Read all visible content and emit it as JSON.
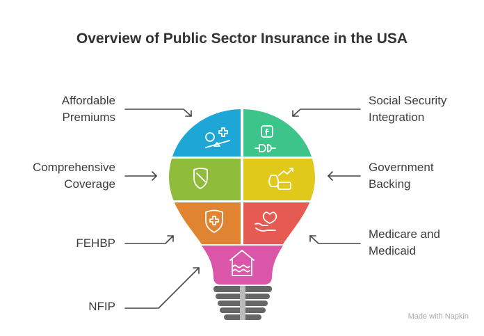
{
  "title": "Overview of Public Sector Insurance in the USA",
  "items": [
    {
      "label": [
        "Affordable",
        "Premiums"
      ],
      "icon": "scale-money-plus-icon",
      "color": "#1da6d6"
    },
    {
      "label": [
        "Social Security",
        "Integration"
      ],
      "icon": "plug-f-icon",
      "color": "#3dc48a"
    },
    {
      "label": [
        "Comprehensive",
        "Coverage"
      ],
      "icon": "shield-icon",
      "color": "#8fbd3b"
    },
    {
      "label": [
        "Government",
        "Backing"
      ],
      "icon": "money-bag-growth-icon",
      "color": "#e0c91a"
    },
    {
      "label": [
        "FEHBP"
      ],
      "icon": "shield-cross-icon",
      "color": "#e08431"
    },
    {
      "label": [
        "Medicare and",
        "Medicaid"
      ],
      "icon": "hand-heart-icon",
      "color": "#e55a52"
    },
    {
      "label": [
        "NFIP"
      ],
      "icon": "flood-house-icon",
      "color": "#db56a8"
    }
  ],
  "watermark": "Made with Napkin"
}
